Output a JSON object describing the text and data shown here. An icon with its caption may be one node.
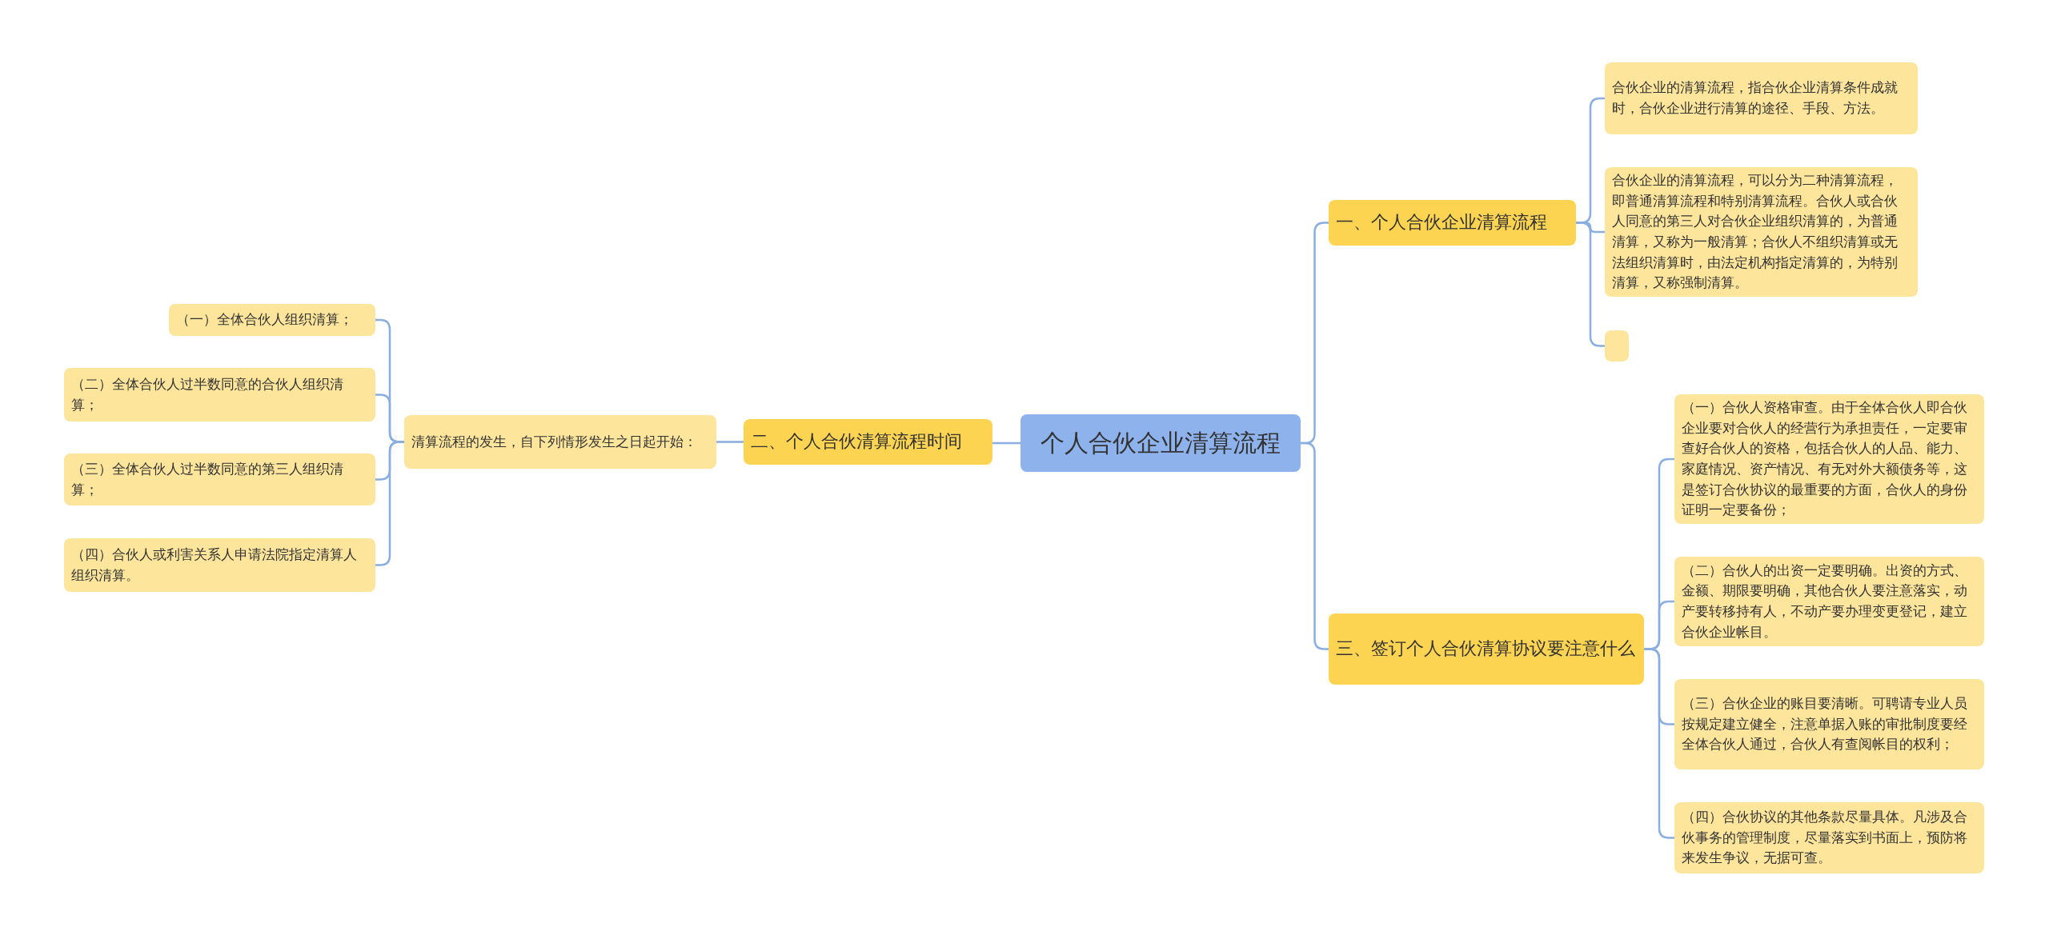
{
  "diagram": {
    "nodes": [
      {
        "text": [
          "个人合伙企业清算流程"
        ]
      },
      {
        "text": [
          "一、个人合伙企业清算流程"
        ]
      },
      {
        "text": [
          "合伙企业的清算流程，指合伙企业清算条件成就时，合伙企业进行清算的途径、手段、方法。"
        ]
      },
      {
        "text": [
          "合伙企业的清算流程，可以分为二种清算流程，即普通清算流程和特别清算流程。合伙人或合伙人同意的第三人对合伙企业组织清算的，为普通清算，又称为一般清算；合伙人不组织清算或无法组织清算时，由法定机构指定清算的，为特别清算，又称强制清算。"
        ]
      },
      {
        "text": [],
        "shape": "box"
      },
      {
        "text": [
          "二、个人合伙清算流程时间"
        ]
      },
      {
        "text": [
          "清算流程的发生，自下列情形发生之日起开始："
        ]
      },
      {
        "text": [
          "（一）全体合伙人组织清算；"
        ]
      },
      {
        "text": [
          "（二）全体合伙人过半数同意的合伙人组织清算；"
        ]
      },
      {
        "text": [
          "（三）全体合伙人过半数同意的第三人组织清算；"
        ]
      },
      {
        "text": [
          "（四）合伙人或利害关系人申请法院指定清算人组织清算。"
        ]
      },
      {
        "text": [
          "三、签订个人合伙清算协议要注意什么"
        ]
      },
      {
        "text": [
          "（一）合伙人资格审查。由于全体合伙人即合伙企业要对合伙人的经营行为承担责任，一定要审查好合伙人的资格，包括合伙人的人品、能力、家庭情况、资产情况、有无对外大额债务等，这是签订合伙协议的最重要的方面，合伙人的身份证明一定要备份；"
        ]
      },
      {
        "text": [
          "（二）合伙人的出资一定要明确。出资的方式、金额、期限要明确，其他合伙人要注意落实，动产要转移持有人，不动产要办理变更登记，建立合伙企业帐目。"
        ]
      },
      {
        "text": [
          "（三）合伙企业的账目要清晰。可聘请专业人员按规定建立健全，注意单据入账的审批制度要经全体合伙人通过，合伙人有查阅帐目的权利；"
        ]
      },
      {
        "text": [
          "（四）合伙协议的其他条款尽量具体。凡涉及合伙事务的管理制度，尽量落实到书面上，预防将来发生争议，无据可查。"
        ]
      }
    ],
    "edges": [
      {
        "from": 0,
        "to": 1,
        "arrow": "none"
      },
      {
        "from": 1,
        "to": 2,
        "arrow": "none"
      },
      {
        "from": 1,
        "to": 3,
        "arrow": "none"
      },
      {
        "from": 1,
        "to": 4,
        "arrow": "none"
      },
      {
        "from": 0,
        "to": 5,
        "arrow": "none"
      },
      {
        "from": 5,
        "to": 6,
        "arrow": "none"
      },
      {
        "from": 6,
        "to": 7,
        "arrow": "none"
      },
      {
        "from": 6,
        "to": 8,
        "arrow": "none"
      },
      {
        "from": 6,
        "to": 9,
        "arrow": "none"
      },
      {
        "from": 6,
        "to": 10,
        "arrow": "none"
      },
      {
        "from": 0,
        "to": 11,
        "arrow": "none"
      },
      {
        "from": 11,
        "to": 12,
        "arrow": "none"
      },
      {
        "from": 11,
        "to": 13,
        "arrow": "none"
      },
      {
        "from": 11,
        "to": 14,
        "arrow": "none"
      },
      {
        "from": 11,
        "to": 15,
        "arrow": "none"
      }
    ]
  }
}
